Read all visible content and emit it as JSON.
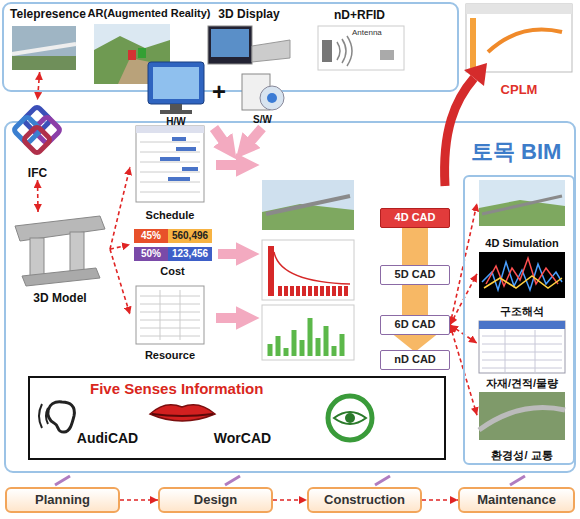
{
  "diagram": {
    "nodes": [
      {
        "text": [
          "Telepresence"
        ]
      },
      {
        "text": [
          "AR(Augmented Reality)"
        ]
      },
      {
        "text": [
          "3D Display"
        ]
      },
      {
        "text": [
          "nD+RFID",
          "Antenna"
        ]
      },
      {
        "text": [
          "H/W"
        ]
      },
      {
        "text": [
          "S/W"
        ]
      },
      {
        "text": [
          "CPLM"
        ]
      },
      {
        "text": [
          "IFC"
        ]
      },
      {
        "text": [
          "3D Model"
        ]
      },
      {
        "text": [
          "Schedule"
        ]
      },
      {
        "text": [
          "45%",
          "560,496",
          "50%",
          "123,456",
          "Cost"
        ]
      },
      {
        "text": [
          "Resource"
        ]
      },
      {
        "text": [
          "4D CAD"
        ]
      },
      {
        "text": [
          "5D CAD"
        ]
      },
      {
        "text": [
          "6D CAD"
        ]
      },
      {
        "text": [
          "nD CAD"
        ]
      },
      {
        "text": [
          "Five Senses Information"
        ]
      },
      {
        "text": [
          "AudiCAD"
        ],
        "in": 16
      },
      {
        "text": [
          "WorCAD"
        ],
        "in": 16
      },
      {
        "text": [
          "토목 BIM"
        ]
      },
      {
        "text": [
          "4D Simulation"
        ],
        "in": 19
      },
      {
        "text": [
          "구조해석"
        ],
        "in": 19
      },
      {
        "text": [
          "자재/견적/물량"
        ],
        "in": 19
      },
      {
        "text": [
          "환경성/ 교통"
        ],
        "in": 19
      },
      {
        "text": [
          "Planning"
        ]
      },
      {
        "text": [
          "Design"
        ]
      },
      {
        "text": [
          "Construction"
        ]
      },
      {
        "text": [
          "Maintenance"
        ]
      }
    ],
    "edges": [
      {
        "from": 0,
        "to": 7,
        "arrow": "both"
      },
      {
        "from": 7,
        "to": 8,
        "arrow": "both"
      },
      {
        "from": 8,
        "to": 9,
        "arrow": "to"
      },
      {
        "from": 8,
        "to": 10,
        "arrow": "to"
      },
      {
        "from": 8,
        "to": 11,
        "arrow": "to"
      },
      {
        "from": 14,
        "to": 20,
        "arrow": "both"
      },
      {
        "from": 14,
        "to": 21,
        "arrow": "both"
      },
      {
        "from": 14,
        "to": 22,
        "arrow": "both"
      },
      {
        "from": 14,
        "to": 23,
        "arrow": "both"
      },
      {
        "from": 24,
        "to": 25,
        "arrow": "to"
      },
      {
        "from": 25,
        "to": 26,
        "arrow": "to"
      },
      {
        "from": 26,
        "to": 27,
        "arrow": "to"
      }
    ],
    "labels": [
      "+"
    ]
  }
}
